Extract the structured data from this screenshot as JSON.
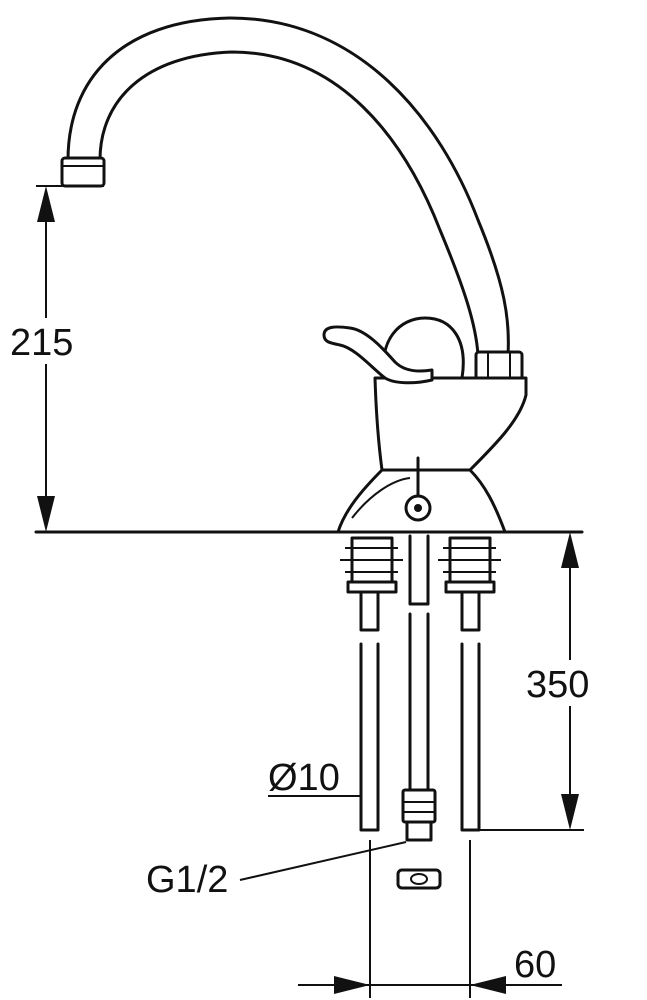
{
  "dimensions": {
    "spout_height": "215",
    "hose_length": "350",
    "hose_diameter": "Ø10",
    "connection_thread": "G1/2",
    "hose_spacing": "60"
  }
}
